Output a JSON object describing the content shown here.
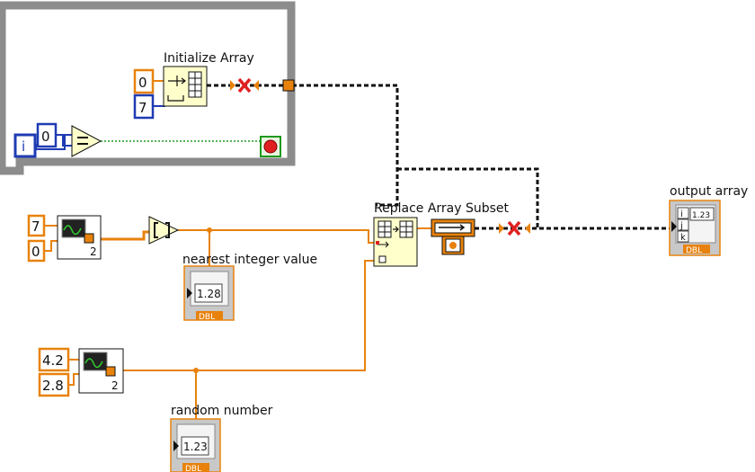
{
  "labels": {
    "initialize_array": "Initialize Array",
    "replace_array_subset": "Replace Array Subset",
    "output_array": "output array",
    "nearest_integer_value": "nearest integer value",
    "random_number": "random number"
  },
  "constants": {
    "init_element": "0",
    "init_size": "7",
    "loop_compare": "0",
    "loop_index": "i",
    "rand1_max": "7",
    "rand1_min": "0",
    "rand2_max": "4.2",
    "rand2_min": "2.8",
    "vi_terminal_count": "2"
  },
  "indicators": {
    "numeric_value": "1.28",
    "random_value": "1.23",
    "output_array_value": "1.23",
    "type_tag": "DBL",
    "array_index_i": "i",
    "array_index_j": "j",
    "array_index_k": "k"
  },
  "colors": {
    "orange": "#e8820c",
    "blue": "#1f3bb3",
    "green": "#1e9a1e",
    "red": "#e02020",
    "black": "#111111",
    "loop_frame": "#8c8c8c",
    "indicator_fill": "#c8c8c8"
  }
}
